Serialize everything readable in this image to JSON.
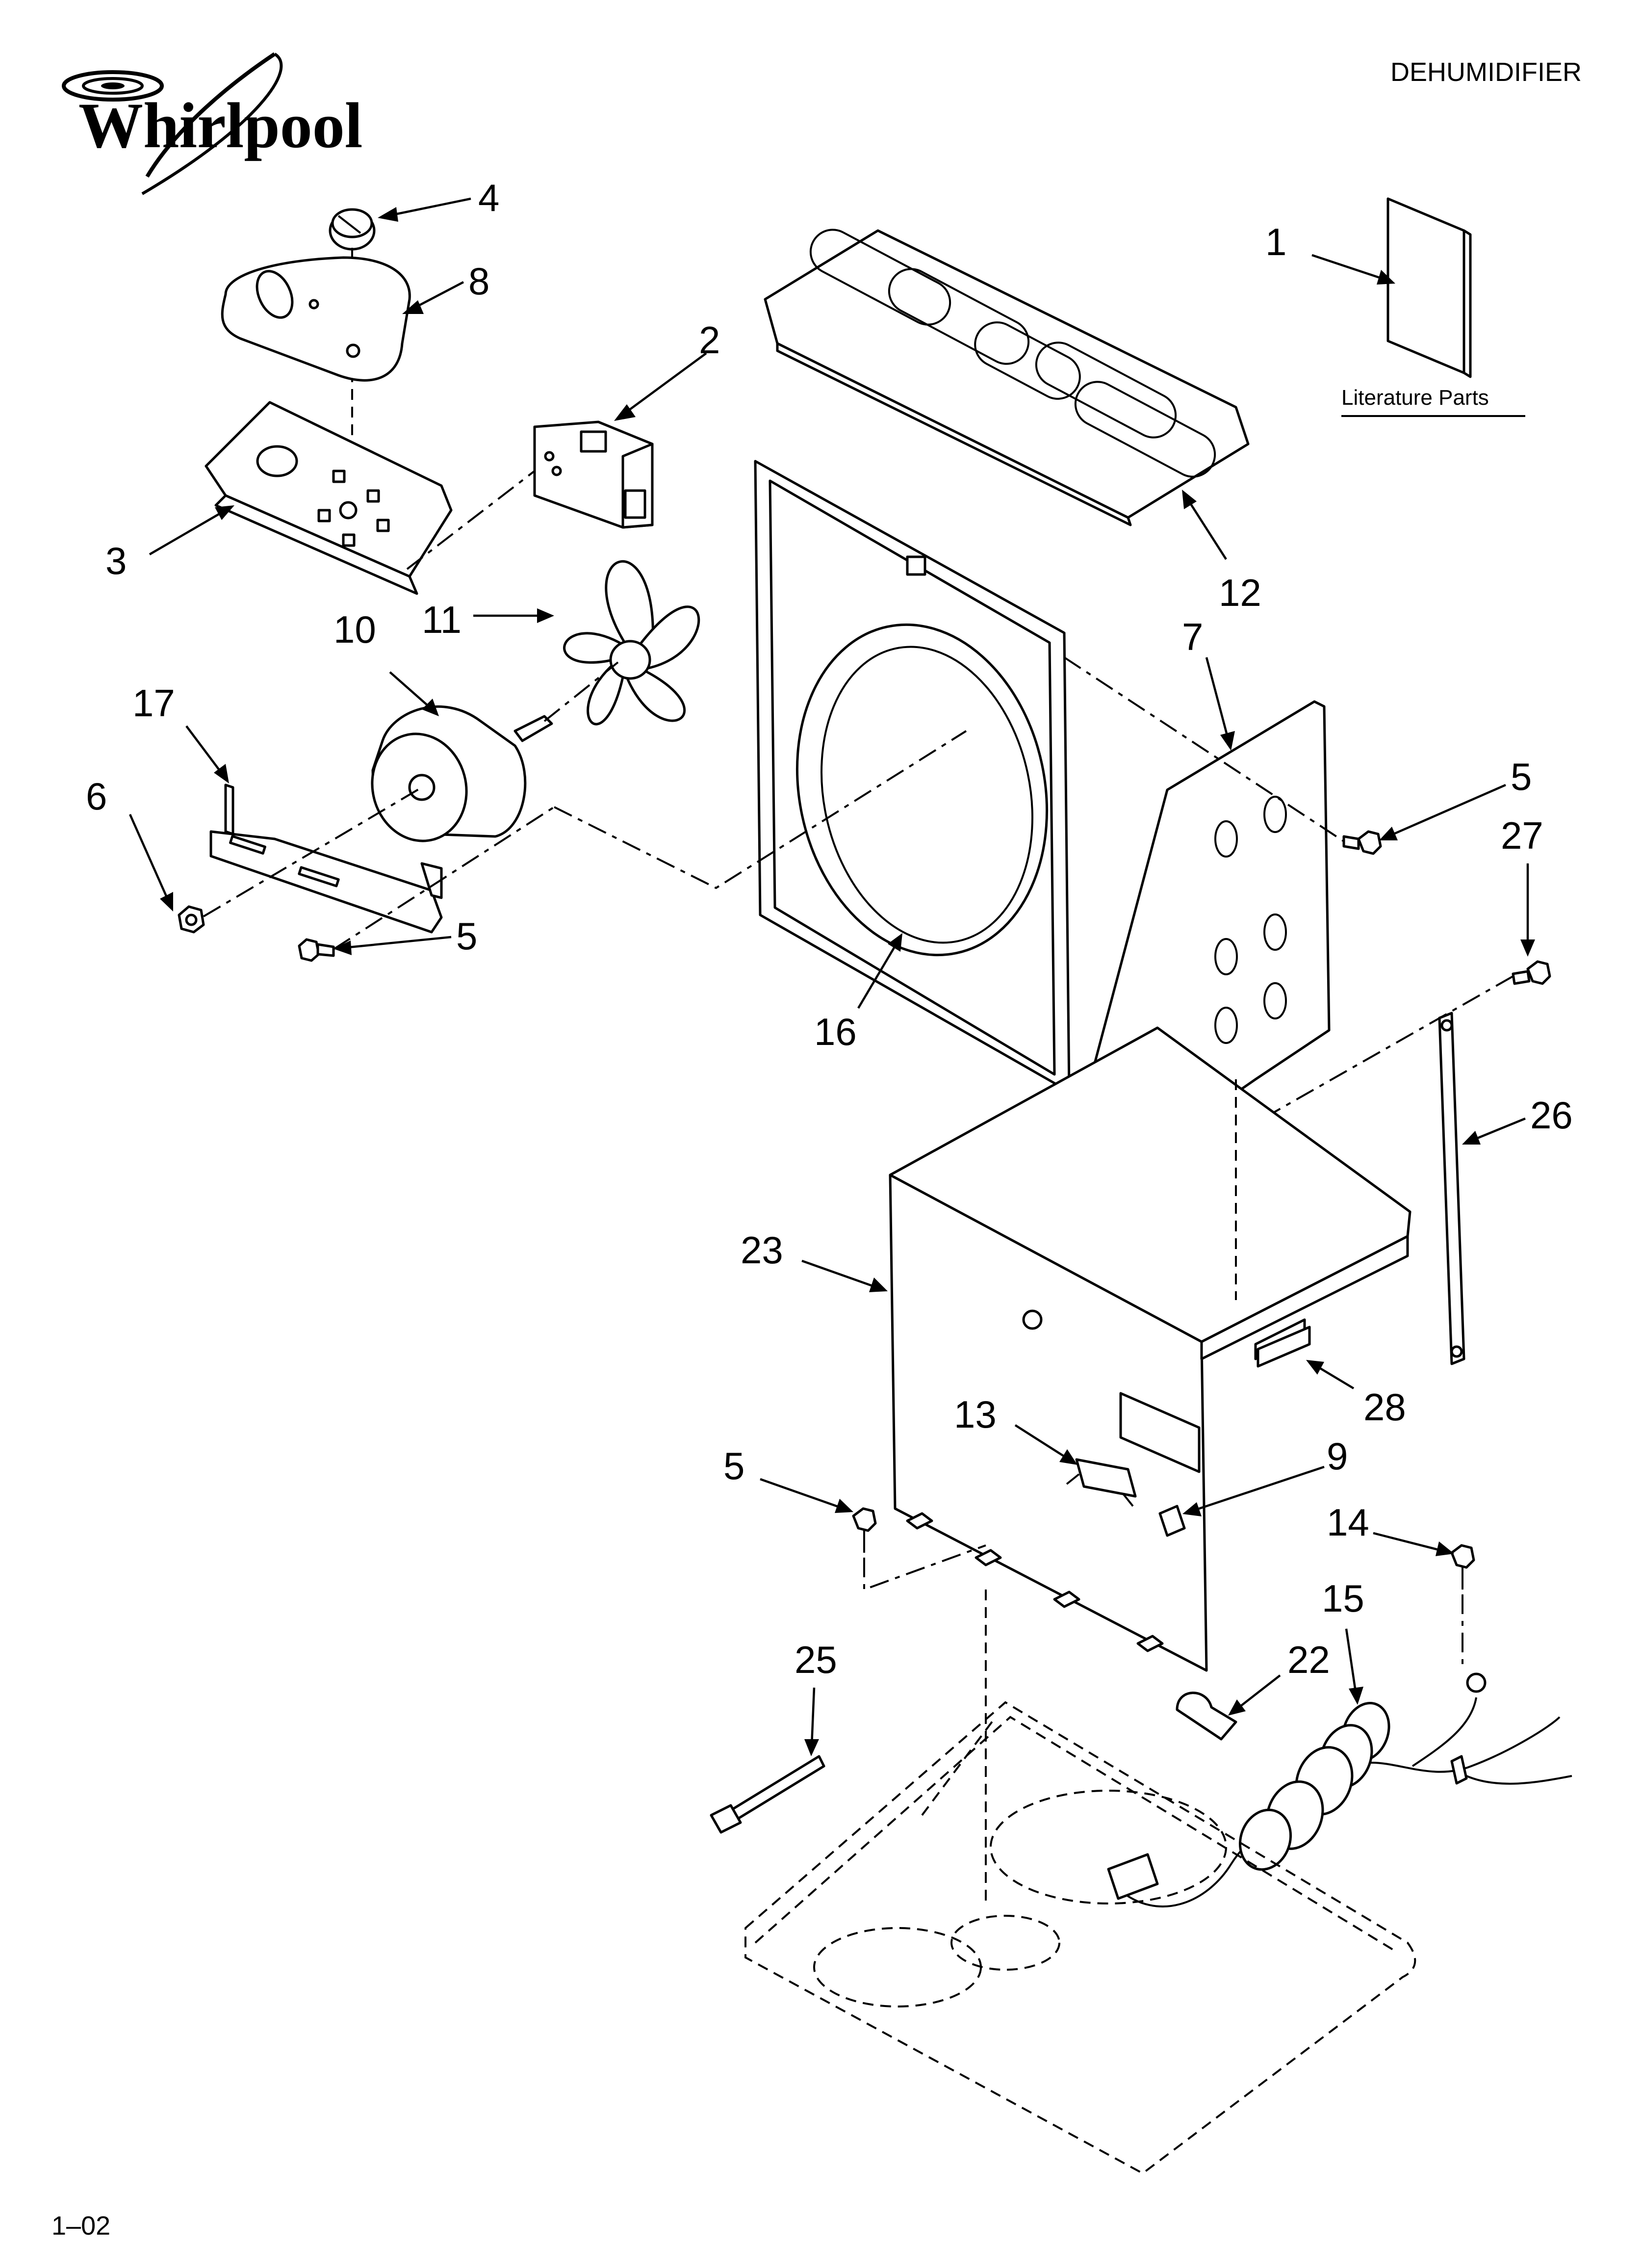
{
  "header": {
    "brand": "Whirlpool",
    "category": "DEHUMIDIFIER"
  },
  "literature": {
    "caption": "Literature Parts"
  },
  "footer": {
    "code": "1–02"
  },
  "callouts": [
    {
      "id": "4",
      "text": "4"
    },
    {
      "id": "8",
      "text": "8"
    },
    {
      "id": "2",
      "text": "2"
    },
    {
      "id": "1",
      "text": "1"
    },
    {
      "id": "3",
      "text": "3"
    },
    {
      "id": "12",
      "text": "12"
    },
    {
      "id": "10",
      "text": "10"
    },
    {
      "id": "11",
      "text": "11"
    },
    {
      "id": "7",
      "text": "7"
    },
    {
      "id": "17",
      "text": "17"
    },
    {
      "id": "5a",
      "text": "5"
    },
    {
      "id": "6",
      "text": "6"
    },
    {
      "id": "27",
      "text": "27"
    },
    {
      "id": "5b",
      "text": "5"
    },
    {
      "id": "16",
      "text": "16"
    },
    {
      "id": "26",
      "text": "26"
    },
    {
      "id": "23",
      "text": "23"
    },
    {
      "id": "28",
      "text": "28"
    },
    {
      "id": "13",
      "text": "13"
    },
    {
      "id": "9",
      "text": "9"
    },
    {
      "id": "5c",
      "text": "5"
    },
    {
      "id": "14",
      "text": "14"
    },
    {
      "id": "15",
      "text": "15"
    },
    {
      "id": "25",
      "text": "25"
    },
    {
      "id": "22",
      "text": "22"
    }
  ]
}
